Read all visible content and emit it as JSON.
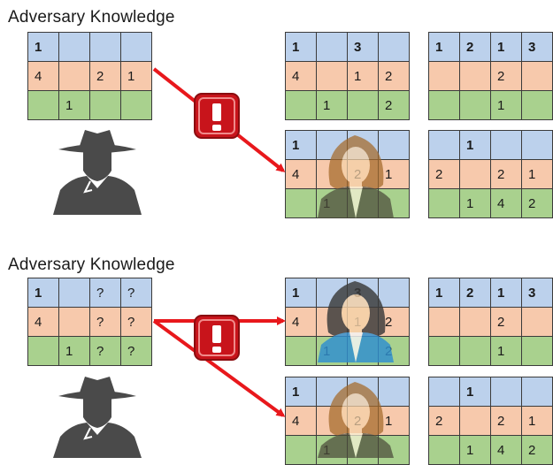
{
  "panels": [
    {
      "title": "Adversary Knowledge",
      "known": [
        [
          "1",
          "",
          "",
          ""
        ],
        [
          "4",
          "",
          "2",
          "1"
        ],
        [
          "",
          "1",
          "",
          ""
        ]
      ],
      "tables": [
        [
          [
            "1",
            "",
            "3",
            ""
          ],
          [
            "4",
            "",
            "1",
            "2"
          ],
          [
            "",
            "1",
            "",
            "2"
          ]
        ],
        [
          [
            "1",
            "2",
            "1",
            "3"
          ],
          [
            "",
            "",
            "2",
            ""
          ],
          [
            "",
            "",
            "1",
            ""
          ]
        ],
        [
          [
            "1",
            "",
            "",
            ""
          ],
          [
            "4",
            "",
            "2",
            "1"
          ],
          [
            "",
            "1",
            "",
            ""
          ]
        ],
        [
          [
            "",
            "1",
            "",
            ""
          ],
          [
            "2",
            "",
            "2",
            "1"
          ],
          [
            "",
            "1",
            "4",
            "2"
          ]
        ]
      ]
    },
    {
      "title": "Adversary Knowledge",
      "known": [
        [
          "1",
          "",
          "?",
          "?"
        ],
        [
          "4",
          "",
          "?",
          "?"
        ],
        [
          "",
          "1",
          "?",
          "?"
        ]
      ],
      "tables": [
        [
          [
            "1",
            "",
            "3",
            ""
          ],
          [
            "4",
            "",
            "1",
            "2"
          ],
          [
            "",
            "1",
            "",
            "2"
          ]
        ],
        [
          [
            "1",
            "2",
            "1",
            "3"
          ],
          [
            "",
            "",
            "2",
            ""
          ],
          [
            "",
            "",
            "1",
            ""
          ]
        ],
        [
          [
            "1",
            "",
            "",
            ""
          ],
          [
            "4",
            "",
            "2",
            "1"
          ],
          [
            "",
            "1",
            "",
            ""
          ]
        ],
        [
          [
            "",
            "1",
            "",
            ""
          ],
          [
            "2",
            "",
            "2",
            "1"
          ],
          [
            "",
            "1",
            "4",
            "2"
          ]
        ]
      ]
    }
  ],
  "colors": {
    "row_top": "#bcd1ec",
    "row_mid": "#f7c9ac",
    "row_bottom": "#a9d18e",
    "arrow": "#e8181c",
    "alert": "#c8141b"
  },
  "icons": [
    "spy-icon",
    "alert-icon",
    "woman-avatar-icon"
  ]
}
